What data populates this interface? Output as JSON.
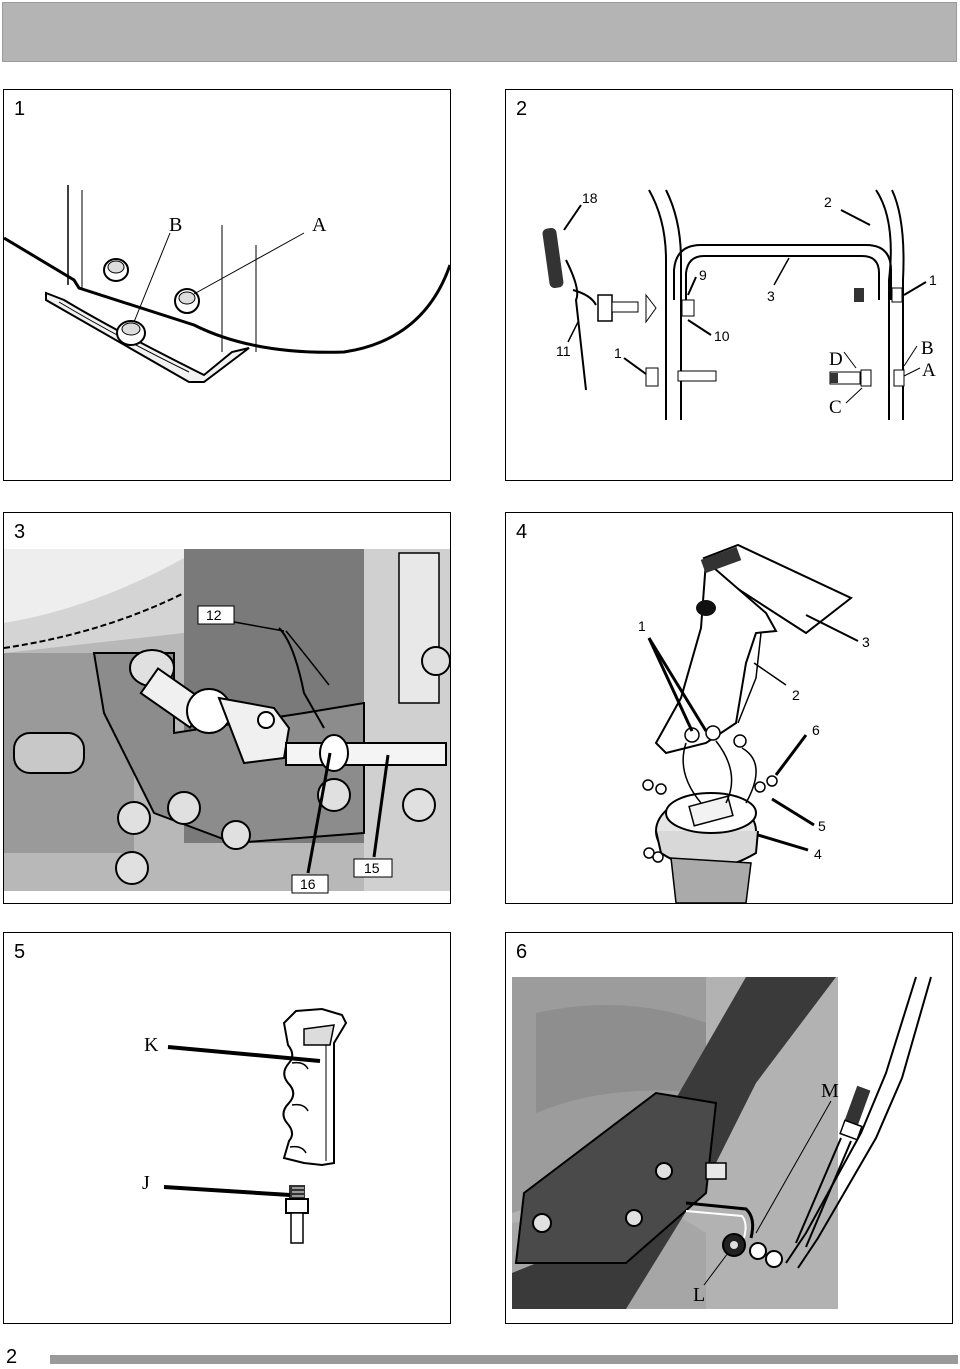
{
  "page_number": "2",
  "panels": [
    {
      "number": "1",
      "labels": {
        "B": "B",
        "A": "A"
      }
    },
    {
      "number": "2",
      "labels": {
        "l18": "18",
        "l2": "2",
        "l9": "9",
        "l3": "3",
        "l1a": "1",
        "l10": "10",
        "l11": "11",
        "l1b": "1",
        "D": "D",
        "B": "B",
        "A": "A",
        "C": "C"
      }
    },
    {
      "number": "3",
      "labels": {
        "l12": "12",
        "l16": "16",
        "l15": "15"
      }
    },
    {
      "number": "4",
      "labels": {
        "l1": "1",
        "l3": "3",
        "l2": "2",
        "l6": "6",
        "l5": "5",
        "l4": "4"
      }
    },
    {
      "number": "5",
      "labels": {
        "K": "K",
        "J": "J"
      }
    },
    {
      "number": "6",
      "labels": {
        "M": "M",
        "L": "L"
      }
    }
  ],
  "colors": {
    "header_bar": "#b4b4b4",
    "footer_bar": "#9a9a9a",
    "dark_fill": "#3a3a3a",
    "mid_fill": "#8a8a8a",
    "light_fill": "#d0d0d0"
  }
}
